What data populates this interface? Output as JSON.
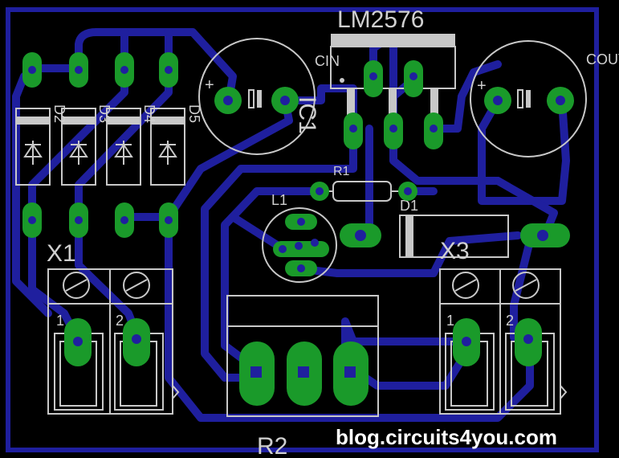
{
  "ic": {
    "label": "LM2576",
    "ref": "IC1"
  },
  "capacitors": {
    "cin": "CIN",
    "cout": "COUT"
  },
  "diodes": [
    "D2",
    "D3",
    "D4",
    "D5"
  ],
  "d1": "D1",
  "resistor_r1": "R1",
  "inductor": "L1",
  "terminal_left": {
    "ref": "X1",
    "pin1": "1",
    "pin2": "2"
  },
  "terminal_right": {
    "ref": "X3",
    "pin1": "1",
    "pin2": "2"
  },
  "pot": "R2",
  "plus_sign": "+",
  "watermark": "blog.circuits4you.com",
  "colors": {
    "background": "#000000",
    "trace": "#1f1f9e",
    "pad": "#1a9a2a",
    "silkscreen": "#c8c8c8"
  }
}
